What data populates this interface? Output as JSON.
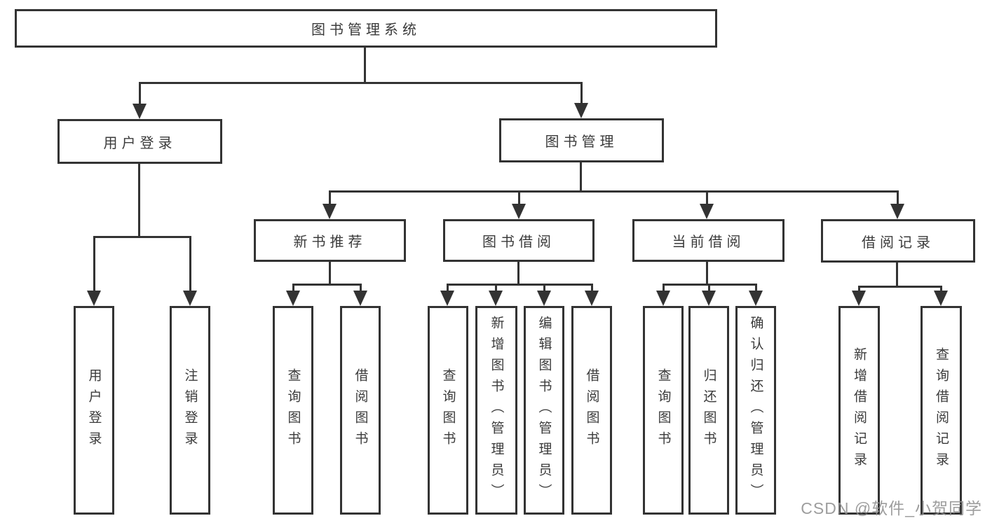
{
  "diagram": {
    "watermark": "CSDN @软件_小贺同学",
    "colors": {
      "line": "#333333",
      "text": "#3b3b3b",
      "watermark": "#929292",
      "background": "#ffffff"
    },
    "nodes": {
      "root": "图书管理系统",
      "user_login": "用户登录",
      "book_mgmt": "图书管理",
      "new_book_rec": "新书推荐",
      "book_borrow": "图书借阅",
      "current_borrow": "当前借阅",
      "borrow_record": "借阅记录",
      "leaf_user_login": "用户登录",
      "leaf_logout": "注销登录",
      "leaf_query_book_1": "查询图书",
      "leaf_borrow_book_1": "借阅图书",
      "leaf_query_book_2": "查询图书",
      "leaf_add_book": "新增图书（管理员）",
      "leaf_edit_book": "编辑图书（管理员）",
      "leaf_borrow_book_2": "借阅图书",
      "leaf_query_book_3": "查询图书",
      "leaf_return_book": "归还图书",
      "leaf_confirm_return": "确认归还（管理员）",
      "leaf_add_record": "新增借阅记录",
      "leaf_query_record": "查询借阅记录"
    }
  }
}
